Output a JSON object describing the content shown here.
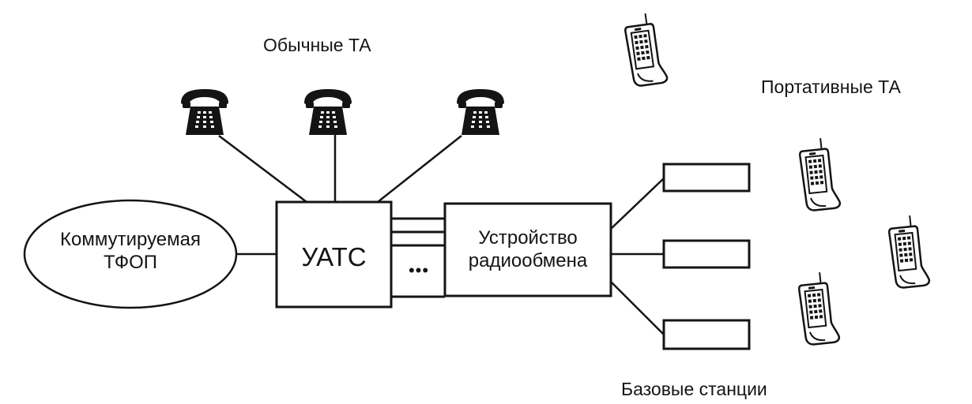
{
  "labels": {
    "regular_phones": "Обычные ТА",
    "portable_phones": "Портативные ТА",
    "base_stations": "Базовые станции"
  },
  "nodes": {
    "pstn_line1": "Коммутируемая",
    "pstn_line2": "ТФОП",
    "pbx": "УАТС",
    "radio_line1": "Устройство",
    "radio_line2": "радиообмена",
    "ellipsis": "•••"
  },
  "icons": {
    "desk_phone": "desk-telephone-icon",
    "mobile_phone": "cordless-handset-icon"
  },
  "colors": {
    "ink": "#141414",
    "background": "#ffffff"
  }
}
